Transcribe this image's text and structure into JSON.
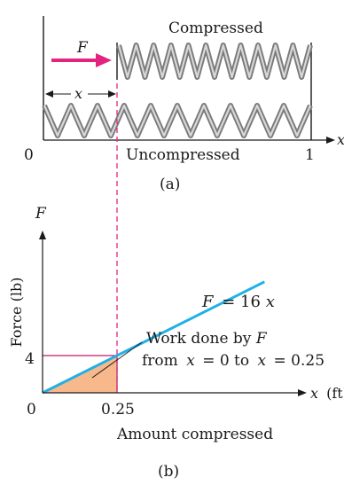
{
  "panel_a": {
    "caption": "(a)",
    "compressed_label": "Compressed",
    "uncompressed_label": "Uncompressed",
    "force_symbol": "F",
    "x_symbol": "x",
    "axis_var": "x",
    "tick_zero": "0",
    "tick_one": "1"
  },
  "panel_b": {
    "caption": "(b)",
    "y_var": "F",
    "y_axis_label": "Force (lb)",
    "x_axis_label_var": "x",
    "x_axis_label_unit": "(ft)",
    "x_title": "Amount compressed",
    "origin": "0",
    "x_tick": "0.25",
    "y_tick": "4",
    "line_eq_var": "F",
    "line_eq_rest": "= 16",
    "line_eq_x": "x",
    "annotation_line1_text": "Work done by ",
    "annotation_line1_var": "F",
    "annotation_line2": "from",
    "annotation_line2_b": "= 0  to",
    "annotation_line2_d": "= 0.25"
  },
  "colors": {
    "line": "#1eb0e6",
    "shade": "#f7b98c",
    "dashed": "#e4237e",
    "arrow": "#e4237e",
    "guide": "#c2186b",
    "spring": "#7a7a7a"
  },
  "chart_data": {
    "type": "line",
    "series": [
      {
        "name": "F = 16x",
        "x": [
          0,
          0.25
        ],
        "y": [
          0,
          4
        ]
      }
    ],
    "shaded_region": {
      "from_x": 0,
      "to_x": 0.25
    }
  }
}
